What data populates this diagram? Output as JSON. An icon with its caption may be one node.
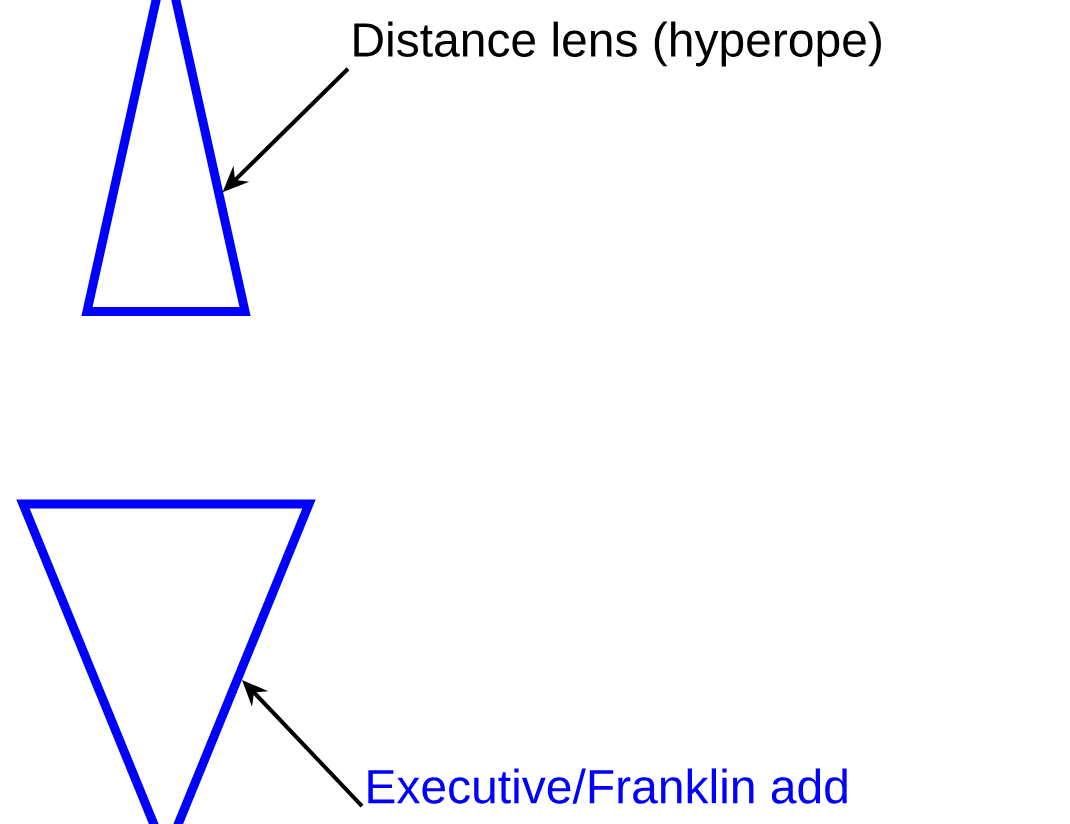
{
  "diagram": {
    "nodes": [
      {
        "text": [
          "Distance lens (hyperope)"
        ]
      },
      {
        "text": [],
        "shape": "triangle"
      },
      {
        "text": [
          "Executive/Franklin add"
        ]
      },
      {
        "text": [],
        "shape": "triangle"
      }
    ],
    "edges": [
      {
        "from": 0,
        "to": 1,
        "arrow": "to"
      },
      {
        "from": 2,
        "to": 3,
        "arrow": "to"
      }
    ]
  }
}
